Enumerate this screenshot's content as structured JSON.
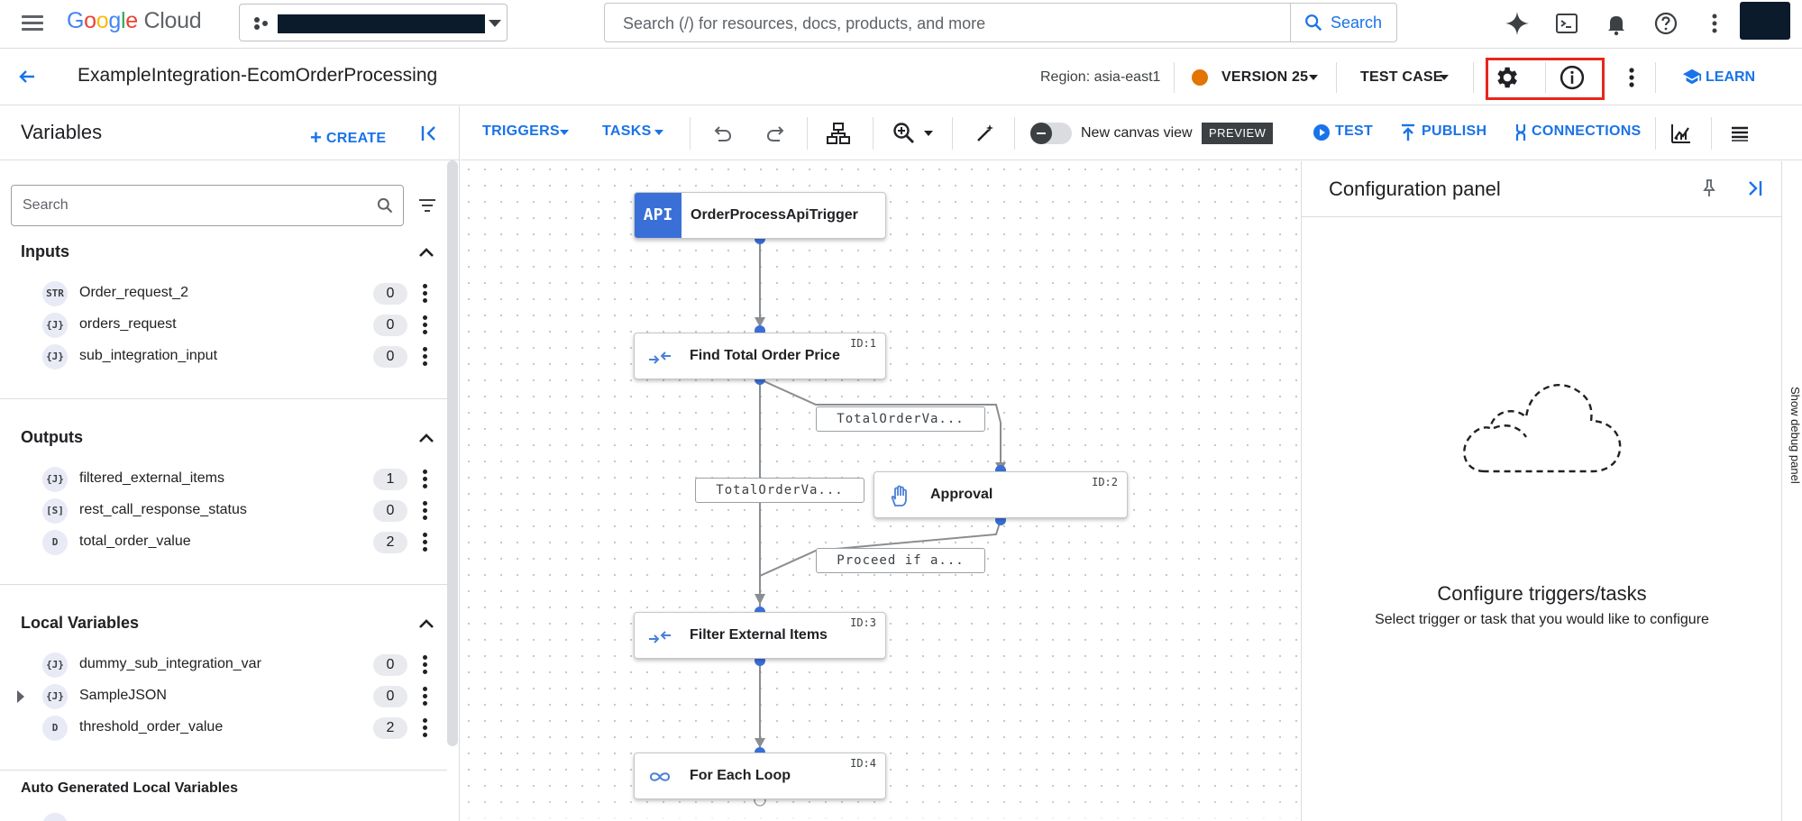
{
  "topbar": {
    "logo_google": "Google",
    "logo_cloud": "Cloud",
    "search_placeholder": "Search (/) for resources, docs, products, and more",
    "search_button": "Search"
  },
  "header": {
    "integration_name": "ExampleIntegration-EcomOrderProcessing",
    "region": "Region: asia-east1",
    "version": "VERSION 25",
    "test_case": "TEST CASE",
    "learn": "LEARN",
    "version_dot_color": "#e37400"
  },
  "variables": {
    "title": "Variables",
    "create": "CREATE",
    "search_placeholder": "Search",
    "sections": {
      "inputs": {
        "title": "Inputs",
        "items": [
          {
            "type": "STR",
            "name": "Order_request_2",
            "count": "0"
          },
          {
            "type": "{J}",
            "name": "orders_request",
            "count": "0"
          },
          {
            "type": "{J}",
            "name": "sub_integration_input",
            "count": "0"
          }
        ]
      },
      "outputs": {
        "title": "Outputs",
        "items": [
          {
            "type": "{J}",
            "name": "filtered_external_items",
            "count": "1"
          },
          {
            "type": "[S]",
            "name": "rest_call_response_status",
            "count": "0"
          },
          {
            "type": "D",
            "name": "total_order_value",
            "count": "2"
          }
        ]
      },
      "local": {
        "title": "Local Variables",
        "items": [
          {
            "type": "{J}",
            "name": "dummy_sub_integration_var",
            "count": "0"
          },
          {
            "type": "{J}",
            "name": "SampleJSON",
            "count": "0"
          },
          {
            "type": "D",
            "name": "threshold_order_value",
            "count": "2"
          }
        ]
      },
      "auto": {
        "title": "Auto Generated Local Variables"
      }
    }
  },
  "toolbar": {
    "triggers": "TRIGGERS",
    "tasks": "TASKS",
    "new_canvas_view": "New canvas view",
    "preview": "PREVIEW",
    "test": "TEST",
    "publish": "PUBLISH",
    "connections": "CONNECTIONS"
  },
  "canvas": {
    "nodes": [
      {
        "label": "OrderProcessApiTrigger",
        "badge": "API",
        "id": ""
      },
      {
        "label": "Find Total Order Price",
        "id": "ID:1"
      },
      {
        "label": "Approval",
        "id": "ID:2"
      },
      {
        "label": "Filter External Items",
        "id": "ID:3"
      },
      {
        "label": "For Each Loop",
        "id": "ID:4"
      }
    ],
    "edge_labels": [
      "TotalOrderVa...",
      "TotalOrderVa...",
      "Proceed if a..."
    ]
  },
  "config_panel": {
    "title": "Configuration panel",
    "empty_title": "Configure triggers/tasks",
    "empty_subtitle": "Select trigger or task that you would like to configure"
  },
  "debug_panel": {
    "label": "Show debug panel"
  },
  "colors": {
    "accent": "#1a73e8",
    "highlight_box": "#e8261b",
    "api_badge": "#3b6fd8"
  }
}
